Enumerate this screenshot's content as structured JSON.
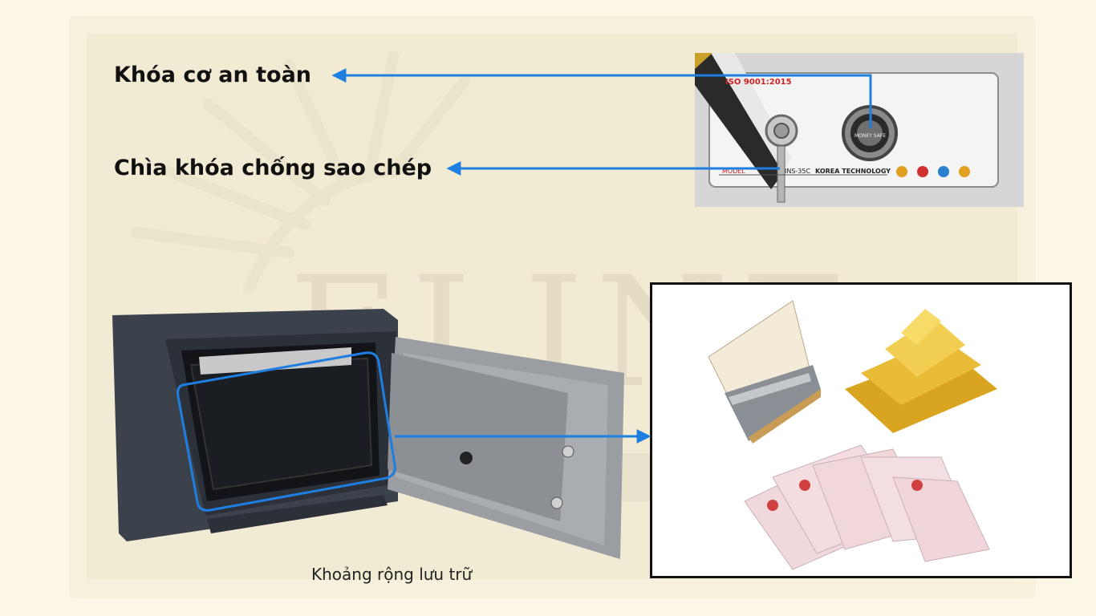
{
  "labels": {
    "mechanical_lock": "Khóa cơ an toàn",
    "anti_copy_key": "Chìa khóa chống sao chép",
    "storage_space": "Khoảng rộng lưu trữ"
  },
  "lock_panel": {
    "iso_text": "ISO 9001:2015",
    "dial_text": "MONEY SAFE",
    "model_label": "MODEL",
    "model_code": "INS-35C",
    "brand_text": "KOREA TECHNOLOGY"
  },
  "watermark": {
    "text": "ELINE"
  },
  "colors": {
    "arrow": "#1f7fe0",
    "background": "#fbf6e6",
    "safe_body": "#3d4450",
    "safe_door": "#a7aaae"
  }
}
